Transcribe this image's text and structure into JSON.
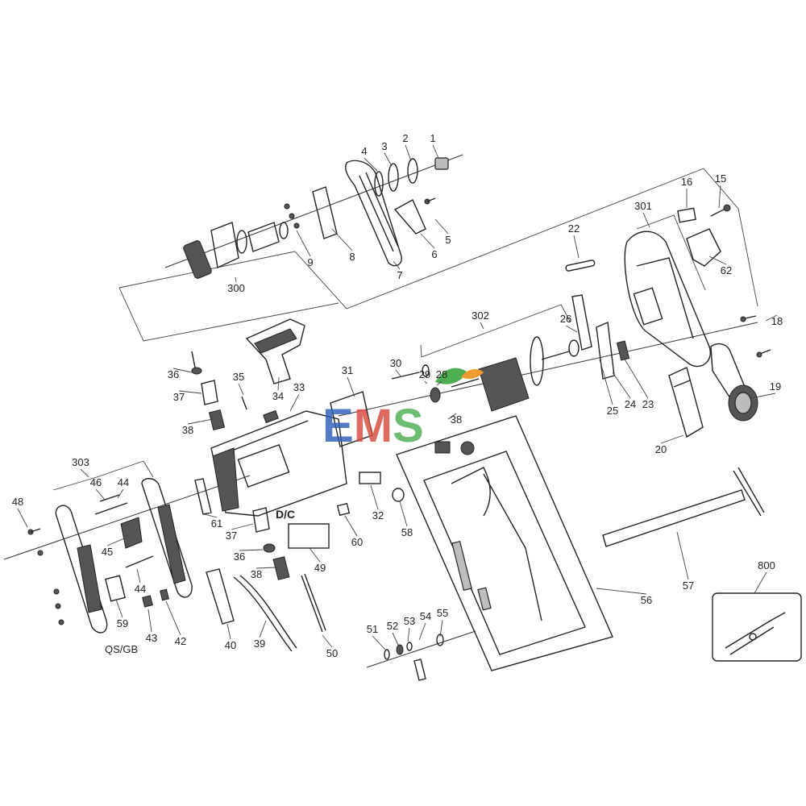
{
  "watermark": "EMS",
  "marking_dc": "D/C",
  "marking_qs": "QS/GB",
  "labels": [
    "1",
    "2",
    "3",
    "4",
    "5",
    "6",
    "7",
    "8",
    "9",
    "300",
    "15",
    "16",
    "301",
    "62",
    "22",
    "302",
    "26",
    "18",
    "19",
    "20",
    "23",
    "24",
    "25",
    "29",
    "28",
    "30",
    "31",
    "33",
    "34",
    "35",
    "36",
    "37",
    "38",
    "303",
    "46",
    "44",
    "48",
    "45",
    "59",
    "43",
    "42",
    "40",
    "39",
    "61",
    "37",
    "36",
    "38",
    "49",
    "50",
    "32",
    "58",
    "60",
    "56",
    "57",
    "800",
    "51",
    "52",
    "53",
    "54",
    "55",
    "44",
    "38"
  ],
  "colors": {
    "watermark_blue": "#2e5fb8",
    "watermark_green": "#4caf50",
    "watermark_red": "#d64a3c",
    "watermark_orange": "#f09a30"
  }
}
